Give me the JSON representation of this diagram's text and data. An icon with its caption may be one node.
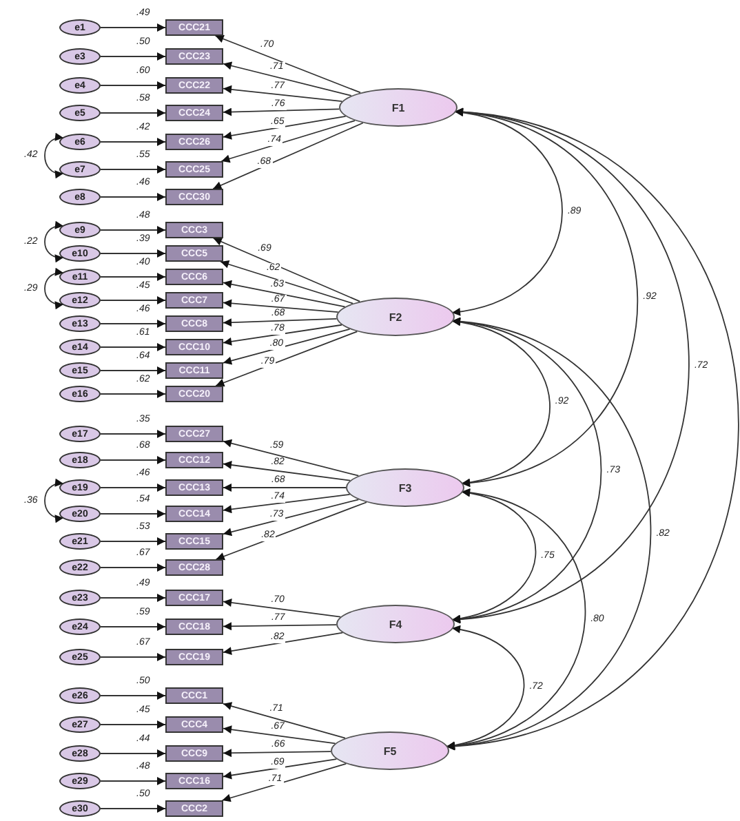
{
  "diagram": {
    "nodes": [
      {
        "text": [
          "e1"
        ]
      },
      {
        "text": [
          "CCC21"
        ],
        "beside": [
          ".49"
        ]
      },
      {
        "text": [
          "e3"
        ]
      },
      {
        "text": [
          "CCC23"
        ],
        "beside": [
          ".50"
        ]
      },
      {
        "text": [
          "e4"
        ]
      },
      {
        "text": [
          "CCC22"
        ],
        "beside": [
          ".60"
        ]
      },
      {
        "text": [
          "e5"
        ]
      },
      {
        "text": [
          "CCC24"
        ],
        "beside": [
          ".58"
        ]
      },
      {
        "text": [
          "e6"
        ]
      },
      {
        "text": [
          "CCC26"
        ],
        "beside": [
          ".42"
        ]
      },
      {
        "text": [
          "e7"
        ]
      },
      {
        "text": [
          "CCC25"
        ],
        "beside": [
          ".55"
        ]
      },
      {
        "text": [
          "e8"
        ]
      },
      {
        "text": [
          "CCC30"
        ],
        "beside": [
          ".46"
        ]
      },
      {
        "text": [
          "F1"
        ]
      },
      {
        "text": [
          "e9"
        ]
      },
      {
        "text": [
          "CCC3"
        ],
        "beside": [
          ".48"
        ]
      },
      {
        "text": [
          "e10"
        ]
      },
      {
        "text": [
          "CCC5"
        ],
        "beside": [
          ".39"
        ]
      },
      {
        "text": [
          "e11"
        ]
      },
      {
        "text": [
          "CCC6"
        ],
        "beside": [
          ".40"
        ]
      },
      {
        "text": [
          "e12"
        ]
      },
      {
        "text": [
          "CCC7"
        ],
        "beside": [
          ".45"
        ]
      },
      {
        "text": [
          "e13"
        ]
      },
      {
        "text": [
          "CCC8"
        ],
        "beside": [
          ".46"
        ]
      },
      {
        "text": [
          "e14"
        ]
      },
      {
        "text": [
          "CCC10"
        ],
        "beside": [
          ".61"
        ]
      },
      {
        "text": [
          "e15"
        ]
      },
      {
        "text": [
          "CCC11"
        ],
        "beside": [
          ".64"
        ]
      },
      {
        "text": [
          "e16"
        ]
      },
      {
        "text": [
          "CCC20"
        ],
        "beside": [
          ".62"
        ]
      },
      {
        "text": [
          "F2"
        ]
      },
      {
        "text": [
          "e17"
        ]
      },
      {
        "text": [
          "CCC27"
        ],
        "beside": [
          ".35"
        ]
      },
      {
        "text": [
          "e18"
        ]
      },
      {
        "text": [
          "CCC12"
        ],
        "beside": [
          ".68"
        ]
      },
      {
        "text": [
          "e19"
        ]
      },
      {
        "text": [
          "CCC13"
        ],
        "beside": [
          ".46"
        ]
      },
      {
        "text": [
          "e20"
        ]
      },
      {
        "text": [
          "CCC14"
        ],
        "beside": [
          ".54"
        ]
      },
      {
        "text": [
          "e21"
        ]
      },
      {
        "text": [
          "CCC15"
        ],
        "beside": [
          ".53"
        ]
      },
      {
        "text": [
          "e22"
        ]
      },
      {
        "text": [
          "CCC28"
        ],
        "beside": [
          ".67"
        ]
      },
      {
        "text": [
          "F3"
        ]
      },
      {
        "text": [
          "e23"
        ]
      },
      {
        "text": [
          "CCC17"
        ],
        "beside": [
          ".49"
        ]
      },
      {
        "text": [
          "e24"
        ]
      },
      {
        "text": [
          "CCC18"
        ],
        "beside": [
          ".59"
        ]
      },
      {
        "text": [
          "e25"
        ]
      },
      {
        "text": [
          "CCC19"
        ],
        "beside": [
          ".67"
        ]
      },
      {
        "text": [
          "F4"
        ]
      },
      {
        "text": [
          "e26"
        ]
      },
      {
        "text": [
          "CCC1"
        ],
        "beside": [
          ".50"
        ]
      },
      {
        "text": [
          "e27"
        ]
      },
      {
        "text": [
          "CCC4"
        ],
        "beside": [
          ".45"
        ]
      },
      {
        "text": [
          "e28"
        ]
      },
      {
        "text": [
          "CCC9"
        ],
        "beside": [
          ".44"
        ]
      },
      {
        "text": [
          "e29"
        ]
      },
      {
        "text": [
          "CCC16"
        ],
        "beside": [
          ".48"
        ]
      },
      {
        "text": [
          "e30"
        ]
      },
      {
        "text": [
          "CCC2"
        ],
        "beside": [
          ".50"
        ]
      },
      {
        "text": [
          "F5"
        ]
      }
    ],
    "edges": [
      {
        "from": 0,
        "to": 1,
        "arrow": "to"
      },
      {
        "from": 2,
        "to": 3,
        "arrow": "to"
      },
      {
        "from": 4,
        "to": 5,
        "arrow": "to"
      },
      {
        "from": 6,
        "to": 7,
        "arrow": "to"
      },
      {
        "from": 8,
        "to": 9,
        "arrow": "to"
      },
      {
        "from": 10,
        "to": 11,
        "arrow": "to"
      },
      {
        "from": 12,
        "to": 13,
        "arrow": "to"
      },
      {
        "from": 14,
        "to": 1,
        "arrow": "to",
        "label": ".70"
      },
      {
        "from": 14,
        "to": 3,
        "arrow": "to",
        "label": ".71"
      },
      {
        "from": 14,
        "to": 5,
        "arrow": "to",
        "label": ".77"
      },
      {
        "from": 14,
        "to": 7,
        "arrow": "to",
        "label": ".76"
      },
      {
        "from": 14,
        "to": 9,
        "arrow": "to",
        "label": ".65"
      },
      {
        "from": 14,
        "to": 11,
        "arrow": "to",
        "label": ".74"
      },
      {
        "from": 14,
        "to": 13,
        "arrow": "to",
        "label": ".68"
      },
      {
        "from": 8,
        "to": 10,
        "arrow": "both",
        "label": ".42"
      },
      {
        "from": 15,
        "to": 16,
        "arrow": "to"
      },
      {
        "from": 17,
        "to": 18,
        "arrow": "to"
      },
      {
        "from": 19,
        "to": 20,
        "arrow": "to"
      },
      {
        "from": 21,
        "to": 22,
        "arrow": "to"
      },
      {
        "from": 23,
        "to": 24,
        "arrow": "to"
      },
      {
        "from": 25,
        "to": 26,
        "arrow": "to"
      },
      {
        "from": 27,
        "to": 28,
        "arrow": "to"
      },
      {
        "from": 29,
        "to": 30,
        "arrow": "to"
      },
      {
        "from": 31,
        "to": 16,
        "arrow": "to",
        "label": ".69"
      },
      {
        "from": 31,
        "to": 18,
        "arrow": "to",
        "label": ".62"
      },
      {
        "from": 31,
        "to": 20,
        "arrow": "to",
        "label": ".63"
      },
      {
        "from": 31,
        "to": 22,
        "arrow": "to",
        "label": ".67"
      },
      {
        "from": 31,
        "to": 24,
        "arrow": "to",
        "label": ".68"
      },
      {
        "from": 31,
        "to": 26,
        "arrow": "to",
        "label": ".78"
      },
      {
        "from": 31,
        "to": 28,
        "arrow": "to",
        "label": ".80"
      },
      {
        "from": 31,
        "to": 30,
        "arrow": "to",
        "label": ".79"
      },
      {
        "from": 15,
        "to": 17,
        "arrow": "both",
        "label": ".22"
      },
      {
        "from": 19,
        "to": 21,
        "arrow": "both",
        "label": ".29"
      },
      {
        "from": 32,
        "to": 33,
        "arrow": "to"
      },
      {
        "from": 34,
        "to": 35,
        "arrow": "to"
      },
      {
        "from": 36,
        "to": 37,
        "arrow": "to"
      },
      {
        "from": 38,
        "to": 39,
        "arrow": "to"
      },
      {
        "from": 40,
        "to": 41,
        "arrow": "to"
      },
      {
        "from": 42,
        "to": 43,
        "arrow": "to"
      },
      {
        "from": 44,
        "to": 33,
        "arrow": "to",
        "label": ".59"
      },
      {
        "from": 44,
        "to": 35,
        "arrow": "to",
        "label": ".82"
      },
      {
        "from": 44,
        "to": 37,
        "arrow": "to",
        "label": ".68"
      },
      {
        "from": 44,
        "to": 39,
        "arrow": "to",
        "label": ".74"
      },
      {
        "from": 44,
        "to": 41,
        "arrow": "to",
        "label": ".73"
      },
      {
        "from": 44,
        "to": 43,
        "arrow": "to",
        "label": ".82"
      },
      {
        "from": 36,
        "to": 38,
        "arrow": "both",
        "label": ".36"
      },
      {
        "from": 45,
        "to": 46,
        "arrow": "to"
      },
      {
        "from": 47,
        "to": 48,
        "arrow": "to"
      },
      {
        "from": 49,
        "to": 50,
        "arrow": "to"
      },
      {
        "from": 51,
        "to": 46,
        "arrow": "to",
        "label": ".70"
      },
      {
        "from": 51,
        "to": 48,
        "arrow": "to",
        "label": ".77"
      },
      {
        "from": 51,
        "to": 50,
        "arrow": "to",
        "label": ".82"
      },
      {
        "from": 52,
        "to": 53,
        "arrow": "to"
      },
      {
        "from": 54,
        "to": 55,
        "arrow": "to"
      },
      {
        "from": 56,
        "to": 57,
        "arrow": "to"
      },
      {
        "from": 58,
        "to": 59,
        "arrow": "to"
      },
      {
        "from": 60,
        "to": 61,
        "arrow": "to"
      },
      {
        "from": 62,
        "to": 53,
        "arrow": "to",
        "label": ".71"
      },
      {
        "from": 62,
        "to": 55,
        "arrow": "to",
        "label": ".67"
      },
      {
        "from": 62,
        "to": 57,
        "arrow": "to",
        "label": ".66"
      },
      {
        "from": 62,
        "to": 59,
        "arrow": "to",
        "label": ".69"
      },
      {
        "from": 62,
        "to": 61,
        "arrow": "to",
        "label": ".71"
      },
      {
        "from": 14,
        "to": 31,
        "arrow": "both",
        "label": ".89"
      },
      {
        "from": 14,
        "to": 44,
        "arrow": "both",
        "label": ".92"
      },
      {
        "from": 14,
        "to": 51,
        "arrow": "both",
        "label": ".72"
      },
      {
        "from": 14,
        "to": 62,
        "arrow": "both"
      },
      {
        "from": 31,
        "to": 44,
        "arrow": "both",
        "label": ".92"
      },
      {
        "from": 31,
        "to": 51,
        "arrow": "both",
        "label": ".73"
      },
      {
        "from": 31,
        "to": 62,
        "arrow": "both",
        "label": ".82"
      },
      {
        "from": 44,
        "to": 51,
        "arrow": "both",
        "label": ".75"
      },
      {
        "from": 44,
        "to": 62,
        "arrow": "both",
        "label": ".80"
      },
      {
        "from": 51,
        "to": 62,
        "arrow": "both",
        "label": ".72"
      }
    ]
  }
}
